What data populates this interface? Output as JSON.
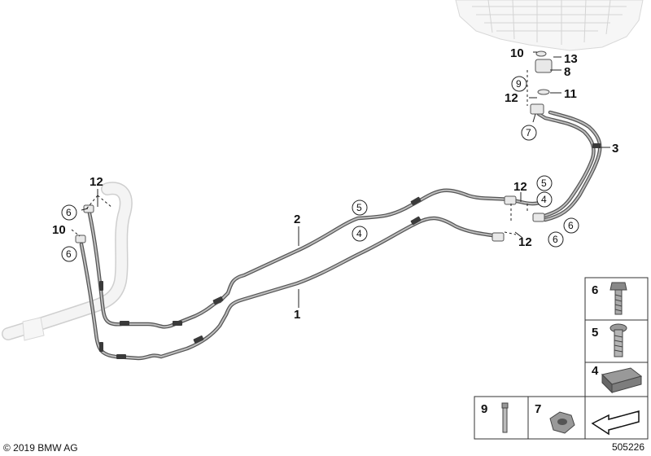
{
  "callouts": [
    {
      "id": "label-1",
      "text": "1"
    },
    {
      "id": "label-2",
      "text": "2"
    },
    {
      "id": "label-3",
      "text": "3"
    },
    {
      "id": "label-4a",
      "text": "4"
    },
    {
      "id": "label-4b",
      "text": "4"
    },
    {
      "id": "label-5a",
      "text": "5"
    },
    {
      "id": "label-5b",
      "text": "5"
    },
    {
      "id": "label-6a",
      "text": "6"
    },
    {
      "id": "label-6b",
      "text": "6"
    },
    {
      "id": "label-6c",
      "text": "6"
    },
    {
      "id": "label-6d",
      "text": "6"
    },
    {
      "id": "label-7",
      "text": "7"
    },
    {
      "id": "label-8",
      "text": "8"
    },
    {
      "id": "label-9",
      "text": "9"
    },
    {
      "id": "label-10a",
      "text": "10"
    },
    {
      "id": "label-10b",
      "text": "10"
    },
    {
      "id": "label-11",
      "text": "11"
    },
    {
      "id": "label-12a",
      "text": "12"
    },
    {
      "id": "label-12b",
      "text": "12"
    },
    {
      "id": "label-12c",
      "text": "12"
    },
    {
      "id": "label-12d",
      "text": "12"
    },
    {
      "id": "label-13",
      "text": "13"
    }
  ],
  "legend": {
    "item_6": "6",
    "item_5": "5",
    "item_4": "4",
    "item_9": "9",
    "item_7": "7"
  },
  "footer": {
    "copyright": "© 2019 BMW AG",
    "diagram_number": "505226"
  }
}
